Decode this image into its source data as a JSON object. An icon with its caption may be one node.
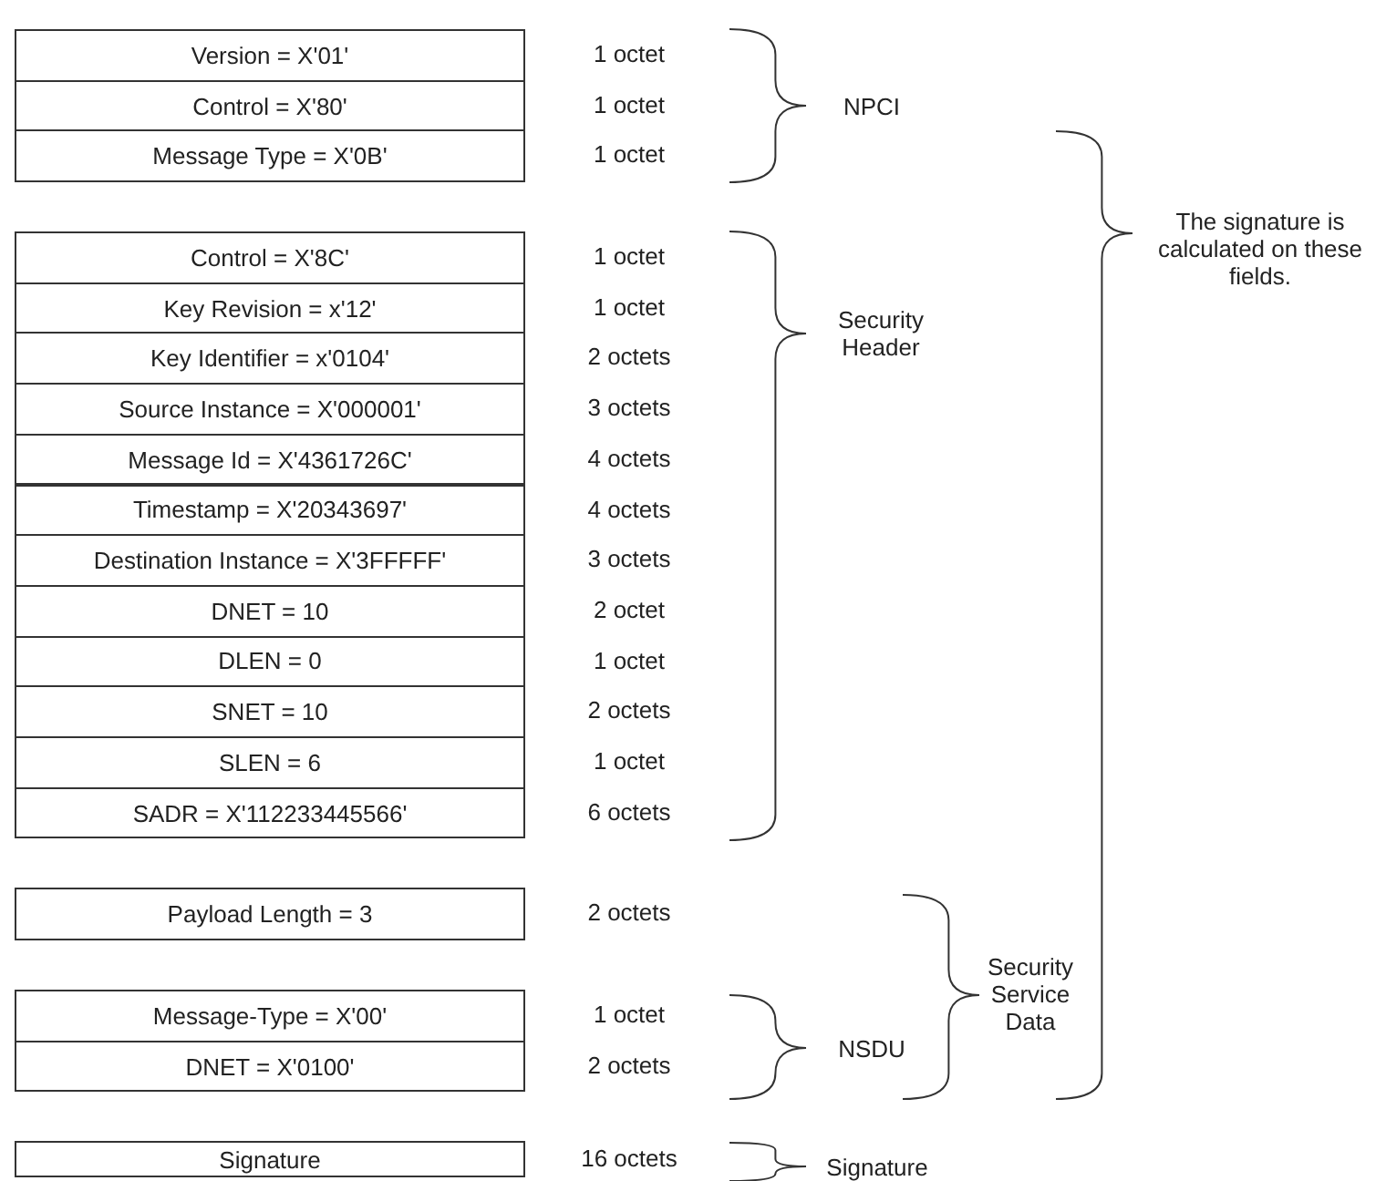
{
  "diagram": {
    "nodes": [
      {
        "text": [
          "Version = X'01'"
        ],
        "beside": [
          "1 octet"
        ]
      },
      {
        "text": [
          "Control = X'80'"
        ],
        "beside": [
          "1 octet"
        ]
      },
      {
        "text": [
          "Message Type = X'0B'"
        ],
        "beside": [
          "1 octet"
        ]
      },
      {
        "text": [
          "Control = X'8C'"
        ],
        "beside": [
          "1 octet"
        ]
      },
      {
        "text": [
          "Key Revision = x'12'"
        ],
        "beside": [
          "1 octet"
        ]
      },
      {
        "text": [
          "Key Identifier = x'0104'"
        ],
        "beside": [
          "2 octets"
        ]
      },
      {
        "text": [
          "Source Instance = X'000001'"
        ],
        "beside": [
          "3 octets"
        ]
      },
      {
        "text": [
          "Message Id = X'4361726C'"
        ],
        "beside": [
          "4 octets"
        ]
      },
      {
        "text": [
          "Timestamp = X'20343697'"
        ],
        "beside": [
          "4 octets"
        ]
      },
      {
        "text": [
          "Destination Instance = X'3FFFFF'"
        ],
        "beside": [
          "3 octets"
        ]
      },
      {
        "text": [
          "DNET = 10"
        ],
        "beside": [
          "2 octet"
        ]
      },
      {
        "text": [
          "DLEN = 0"
        ],
        "beside": [
          "1 octet"
        ]
      },
      {
        "text": [
          "SNET = 10"
        ],
        "beside": [
          "2 octets"
        ]
      },
      {
        "text": [
          "SLEN = 6"
        ],
        "beside": [
          "1 octet"
        ]
      },
      {
        "text": [
          "SADR = X'112233445566'"
        ],
        "beside": [
          "6 octets"
        ]
      },
      {
        "text": [
          "Payload Length = 3"
        ],
        "beside": [
          "2 octets"
        ]
      },
      {
        "text": [
          "Message-Type = X'00'"
        ],
        "beside": [
          "1 octet"
        ]
      },
      {
        "text": [
          "DNET = X'0100'"
        ],
        "beside": [
          "2 octets"
        ]
      },
      {
        "text": [
          "Signature"
        ],
        "beside": [
          "16 octets"
        ]
      }
    ],
    "labels": [
      "NPCI",
      "The signature is calculated on these fields.",
      "Security Header",
      "Security Service Data",
      "NSDU",
      "Signature"
    ]
  }
}
